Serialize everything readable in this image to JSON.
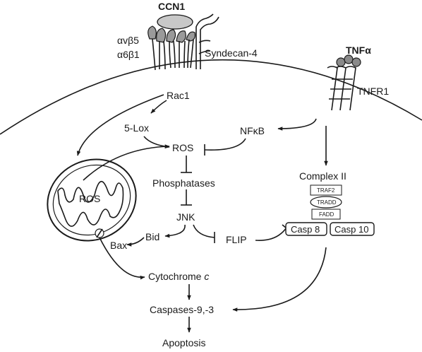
{
  "ligands": {
    "ccn1": "CCN1",
    "tnf": "TNFα"
  },
  "receptors": {
    "integrin_1": "αvβ5",
    "integrin_2": "α6β1",
    "syndecan": "Syndecan-4",
    "tnfr1": "TNFR1"
  },
  "nodes": {
    "rac1": "Rac1",
    "lox": "5-Lox",
    "ros_cyto": "ROS",
    "nfkb": "NFκB",
    "ros_mito": "ROS",
    "phosphatases": "Phosphatases",
    "complex2": "Complex II",
    "traf2": "TRAF2",
    "tradd": "TRADD",
    "fadd": "FADD",
    "jnk": "JNK",
    "bid": "Bid",
    "bax": "Bax",
    "flip": "FLIP",
    "casp8": "Casp 8",
    "casp10": "Casp 10",
    "cytochrome_prefix": "Cytochrome ",
    "cytochrome_italic": "c",
    "caspases": "Caspases-9,-3",
    "apoptosis": "Apoptosis"
  }
}
